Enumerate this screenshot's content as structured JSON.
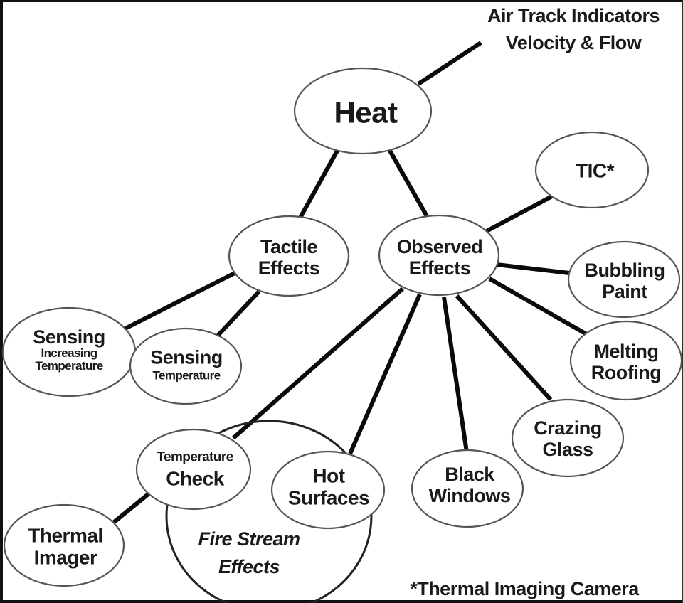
{
  "diagram": {
    "root": "Heat",
    "annotation_top": [
      "Air Track Indicators",
      "Velocity & Flow"
    ],
    "footnote": "*Thermal Imaging Camera",
    "nodes": {
      "heat": {
        "label": "Heat"
      },
      "tactile": {
        "line1": "Tactile",
        "line2": "Effects"
      },
      "observed": {
        "line1": "Observed",
        "line2": "Effects"
      },
      "tic": {
        "label": "TIC*"
      },
      "bubbling": {
        "line1": "Bubbling",
        "line2": "Paint"
      },
      "melting": {
        "line1": "Melting",
        "line2": "Roofing"
      },
      "crazing": {
        "line1": "Crazing",
        "line2": "Glass"
      },
      "black_windows": {
        "line1": "Black",
        "line2": "Windows"
      },
      "hot_surfaces": {
        "line1": "Hot",
        "line2": "Surfaces"
      },
      "temp_check": {
        "line1": "Temperature",
        "line2": "Check"
      },
      "fire_stream": {
        "line1": "Fire Stream",
        "line2": "Effects"
      },
      "thermal_imager": {
        "line1": "Thermal",
        "line2": "Imager"
      },
      "sensing_inc": {
        "line1": "Sensing",
        "line2": "Increasing",
        "line3": "Temperature"
      },
      "sensing_temp": {
        "line1": "Sensing",
        "line2": "Temperature"
      }
    },
    "edges": [
      [
        "Heat",
        "Air Track Indicators Velocity & Flow"
      ],
      [
        "Heat",
        "Tactile Effects"
      ],
      [
        "Heat",
        "Observed Effects"
      ],
      [
        "Tactile Effects",
        "Sensing Increasing Temperature"
      ],
      [
        "Tactile Effects",
        "Sensing Temperature"
      ],
      [
        "Observed Effects",
        "TIC*"
      ],
      [
        "Observed Effects",
        "Bubbling Paint"
      ],
      [
        "Observed Effects",
        "Melting Roofing"
      ],
      [
        "Observed Effects",
        "Crazing Glass"
      ],
      [
        "Observed Effects",
        "Black Windows"
      ],
      [
        "Observed Effects",
        "Hot Surfaces"
      ],
      [
        "Observed Effects",
        "Temperature Check"
      ],
      [
        "Temperature Check",
        "Thermal Imager"
      ]
    ]
  }
}
